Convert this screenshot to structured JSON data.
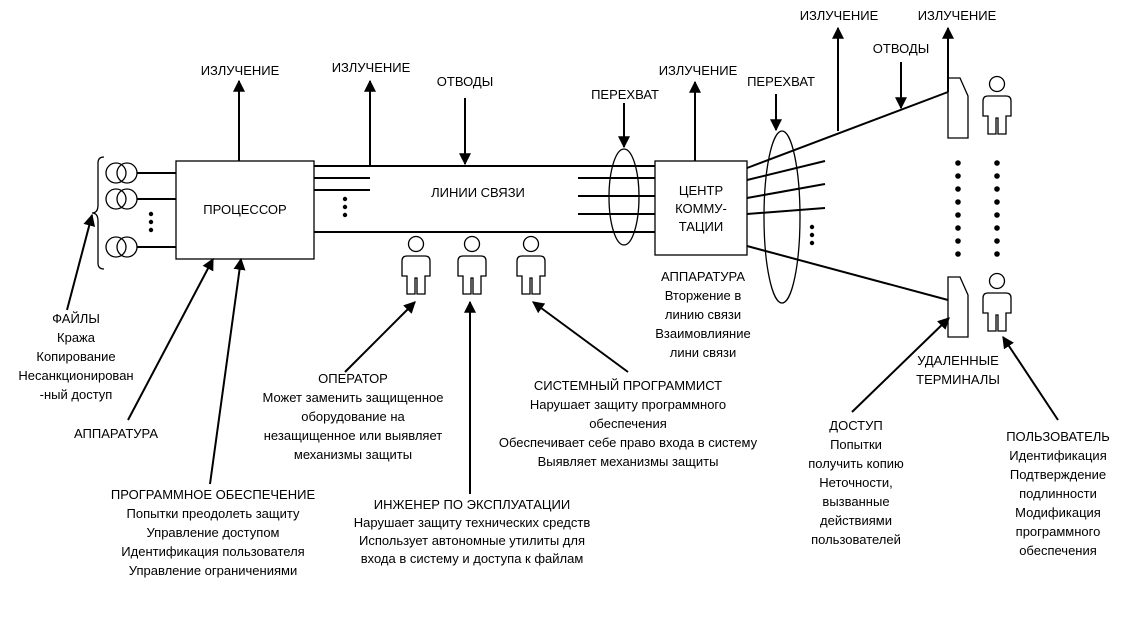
{
  "nodes": {
    "processor": "ПРОЦЕССОР",
    "comm_lines": "ЛИНИИ СВЯЗИ",
    "switch_center": [
      "ЦЕНТР",
      "КОММУ-",
      "ТАЦИИ"
    ]
  },
  "threats": {
    "radiation": "ИЗЛУЧЕНИЕ",
    "taps": "ОТВОДЫ",
    "intercept": "ПЕРЕХВАТ"
  },
  "files": {
    "title": "ФАЙЛЫ",
    "items": [
      "Кража",
      "Копирование",
      "Несанкционирован",
      "-ный доступ"
    ]
  },
  "hardware": {
    "title": "АППАРАТУРА"
  },
  "software": {
    "title": "ПРОГРАММНОЕ ОБЕСПЕЧЕНИЕ",
    "items": [
      "Попытки преодолеть защиту",
      "Управление доступом",
      "Идентификация пользователя",
      "Управление ограничениями"
    ]
  },
  "operator": {
    "title": "ОПЕРАТОР",
    "items": [
      "Может заменить защищенное",
      "оборудование на",
      "незащищенное или выявляет",
      "механизмы защиты"
    ]
  },
  "engineer": {
    "title": "ИНЖЕНЕР ПО ЭКСПЛУАТАЦИИ",
    "items": [
      "Нарушает защиту технических средств",
      "Использует автономные утилиты для",
      "входа в систему и доступа к файлам"
    ]
  },
  "sysprog": {
    "title": "СИСТЕМНЫЙ ПРОГРАММИСТ",
    "items": [
      "Нарушает защиту программного",
      "обеспечения",
      "Обеспечивает себе право входа в систему",
      "Выявляет механизмы защиты"
    ]
  },
  "switch_hw": {
    "title": "АППАРАТУРА",
    "items": [
      "Вторжение в",
      "линию связи",
      "Взаимовлияние",
      "лини связи"
    ]
  },
  "terminals": {
    "title": [
      "УДАЛЕННЫЕ",
      "ТЕРМИНАЛЫ"
    ]
  },
  "access": {
    "title": "ДОСТУП",
    "items": [
      "Попытки",
      "получить копию",
      "Неточности,",
      "вызванные",
      "действиями",
      "пользователей"
    ]
  },
  "user": {
    "title": "ПОЛЬЗОВАТЕЛЬ",
    "items": [
      "Идентификация",
      "Подтверждение",
      "подлинности",
      "Модификация",
      "программного",
      "обеспечения"
    ]
  }
}
